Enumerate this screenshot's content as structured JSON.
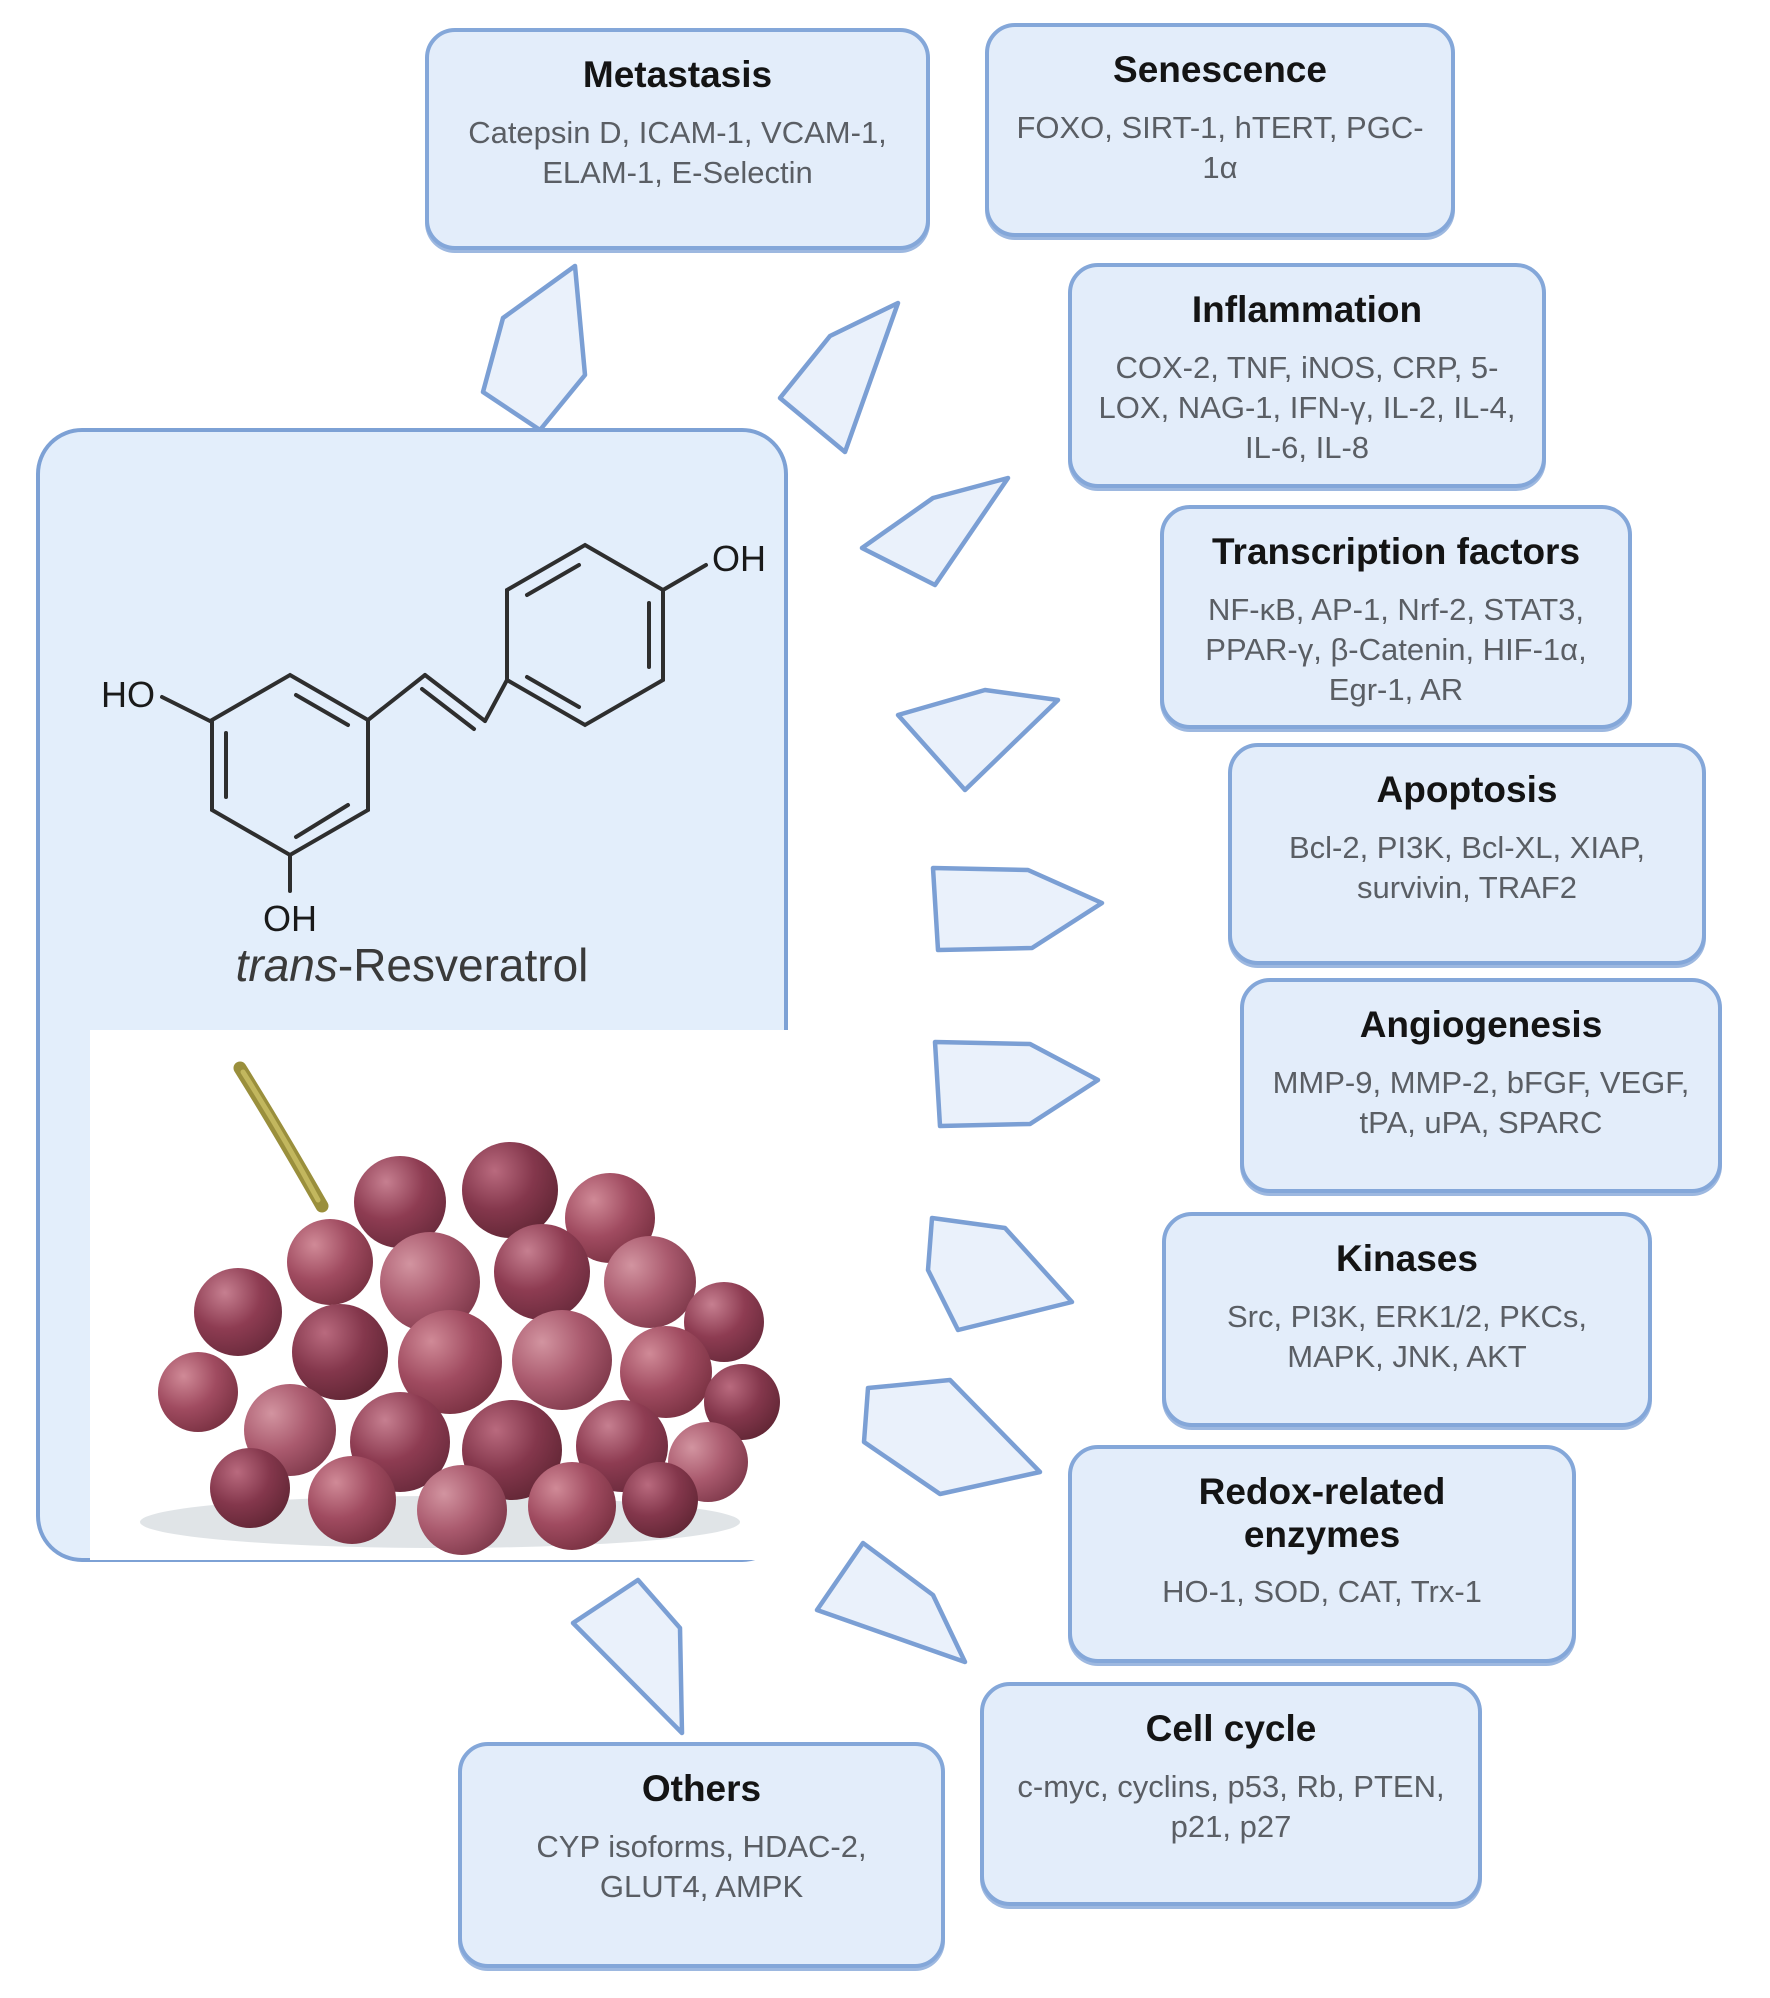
{
  "figure": {
    "compound": {
      "name_italic": "trans",
      "name_rest": "-Resveratrol",
      "structure_labels": {
        "ho_left": "HO",
        "oh_bottom": "OH",
        "oh_top": "OH"
      }
    },
    "colors": {
      "box_fill": "#e3edfa",
      "box_border": "#84a7d9",
      "arrow_fill": "#eaf1fb",
      "arrow_stroke": "#7b9fd4",
      "title_color": "#141414",
      "body_color": "#5a5e64"
    },
    "targets": [
      {
        "id": "metastasis",
        "title": "Metastasis",
        "items": "Catepsin D, ICAM-1, VCAM-1, ELAM-1, E-Selectin"
      },
      {
        "id": "senescence",
        "title": "Senescence",
        "items": "FOXO, SIRT-1, hTERT, PGC-1α"
      },
      {
        "id": "inflammation",
        "title": "Inflammation",
        "items": "COX-2, TNF, iNOS, CRP, 5-LOX, NAG-1, IFN-γ, IL-2, IL-4, IL-6, IL-8"
      },
      {
        "id": "transcription-factors",
        "title": "Transcription factors",
        "items": "NF-κB, AP-1, Nrf-2, STAT3, PPAR-γ, β-Catenin, HIF-1α, Egr-1, AR"
      },
      {
        "id": "apoptosis",
        "title": "Apoptosis",
        "items": "Bcl-2, PI3K, Bcl-XL, XIAP, survivin, TRAF2"
      },
      {
        "id": "angiogenesis",
        "title": "Angiogenesis",
        "items": "MMP-9, MMP-2, bFGF, VEGF, tPA, uPA, SPARC"
      },
      {
        "id": "kinases",
        "title": "Kinases",
        "items": "Src, PI3K, ERK1/2, PKCs, MAPK, JNK, AKT"
      },
      {
        "id": "redox-related-enzymes",
        "title": "Redox-related enzymes",
        "items": "HO-1, SOD, CAT, Trx-1"
      },
      {
        "id": "cell-cycle",
        "title": "Cell cycle",
        "items": "c-myc, cyclins, p53, Rb, PTEN, p21, p27"
      },
      {
        "id": "others",
        "title": "Others",
        "items": "CYP isoforms, HDAC-2, GLUT4, AMPK"
      }
    ]
  }
}
